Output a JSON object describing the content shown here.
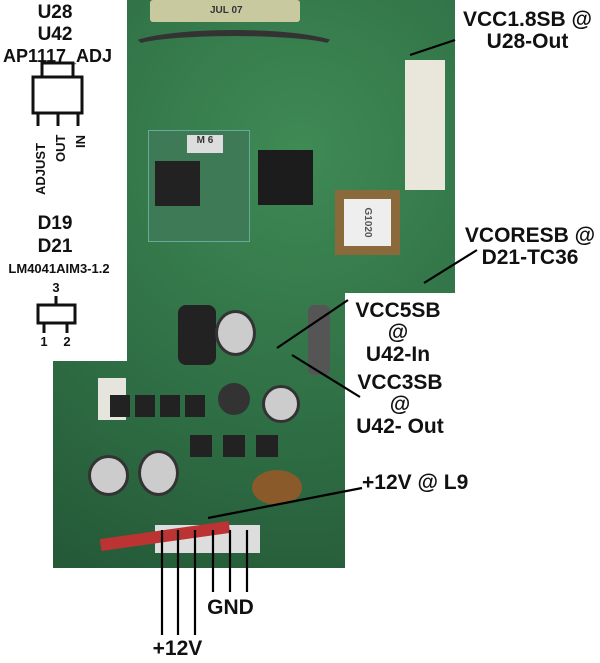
{
  "left_panel": {
    "regulator": {
      "refs": [
        "U28",
        "U42"
      ],
      "part": "AP1117_ADJ",
      "pins": [
        "ADJUST",
        "OUT",
        "IN"
      ]
    },
    "reference": {
      "refs": [
        "D19",
        "D21"
      ],
      "part": "LM4041AIM3-1.2",
      "pins": [
        "3",
        "1",
        "2"
      ]
    }
  },
  "photo": {
    "chip_marking": "G1020",
    "module_marking": "M 6",
    "sticker": "JUL 07"
  },
  "callouts": [
    {
      "line1": "VCC1.8SB @",
      "line2": "U28-Out"
    },
    {
      "line1": "VCORESB @",
      "line2": "D21-TC36"
    },
    {
      "line1": "VCC5SB @",
      "line2": "U42-In"
    },
    {
      "line1": "VCC3SB @",
      "line2": "U42- Out"
    },
    {
      "line1": "+12V @ L9"
    }
  ],
  "connector": {
    "gnd_label": "GND",
    "v12_label": "+12V"
  }
}
